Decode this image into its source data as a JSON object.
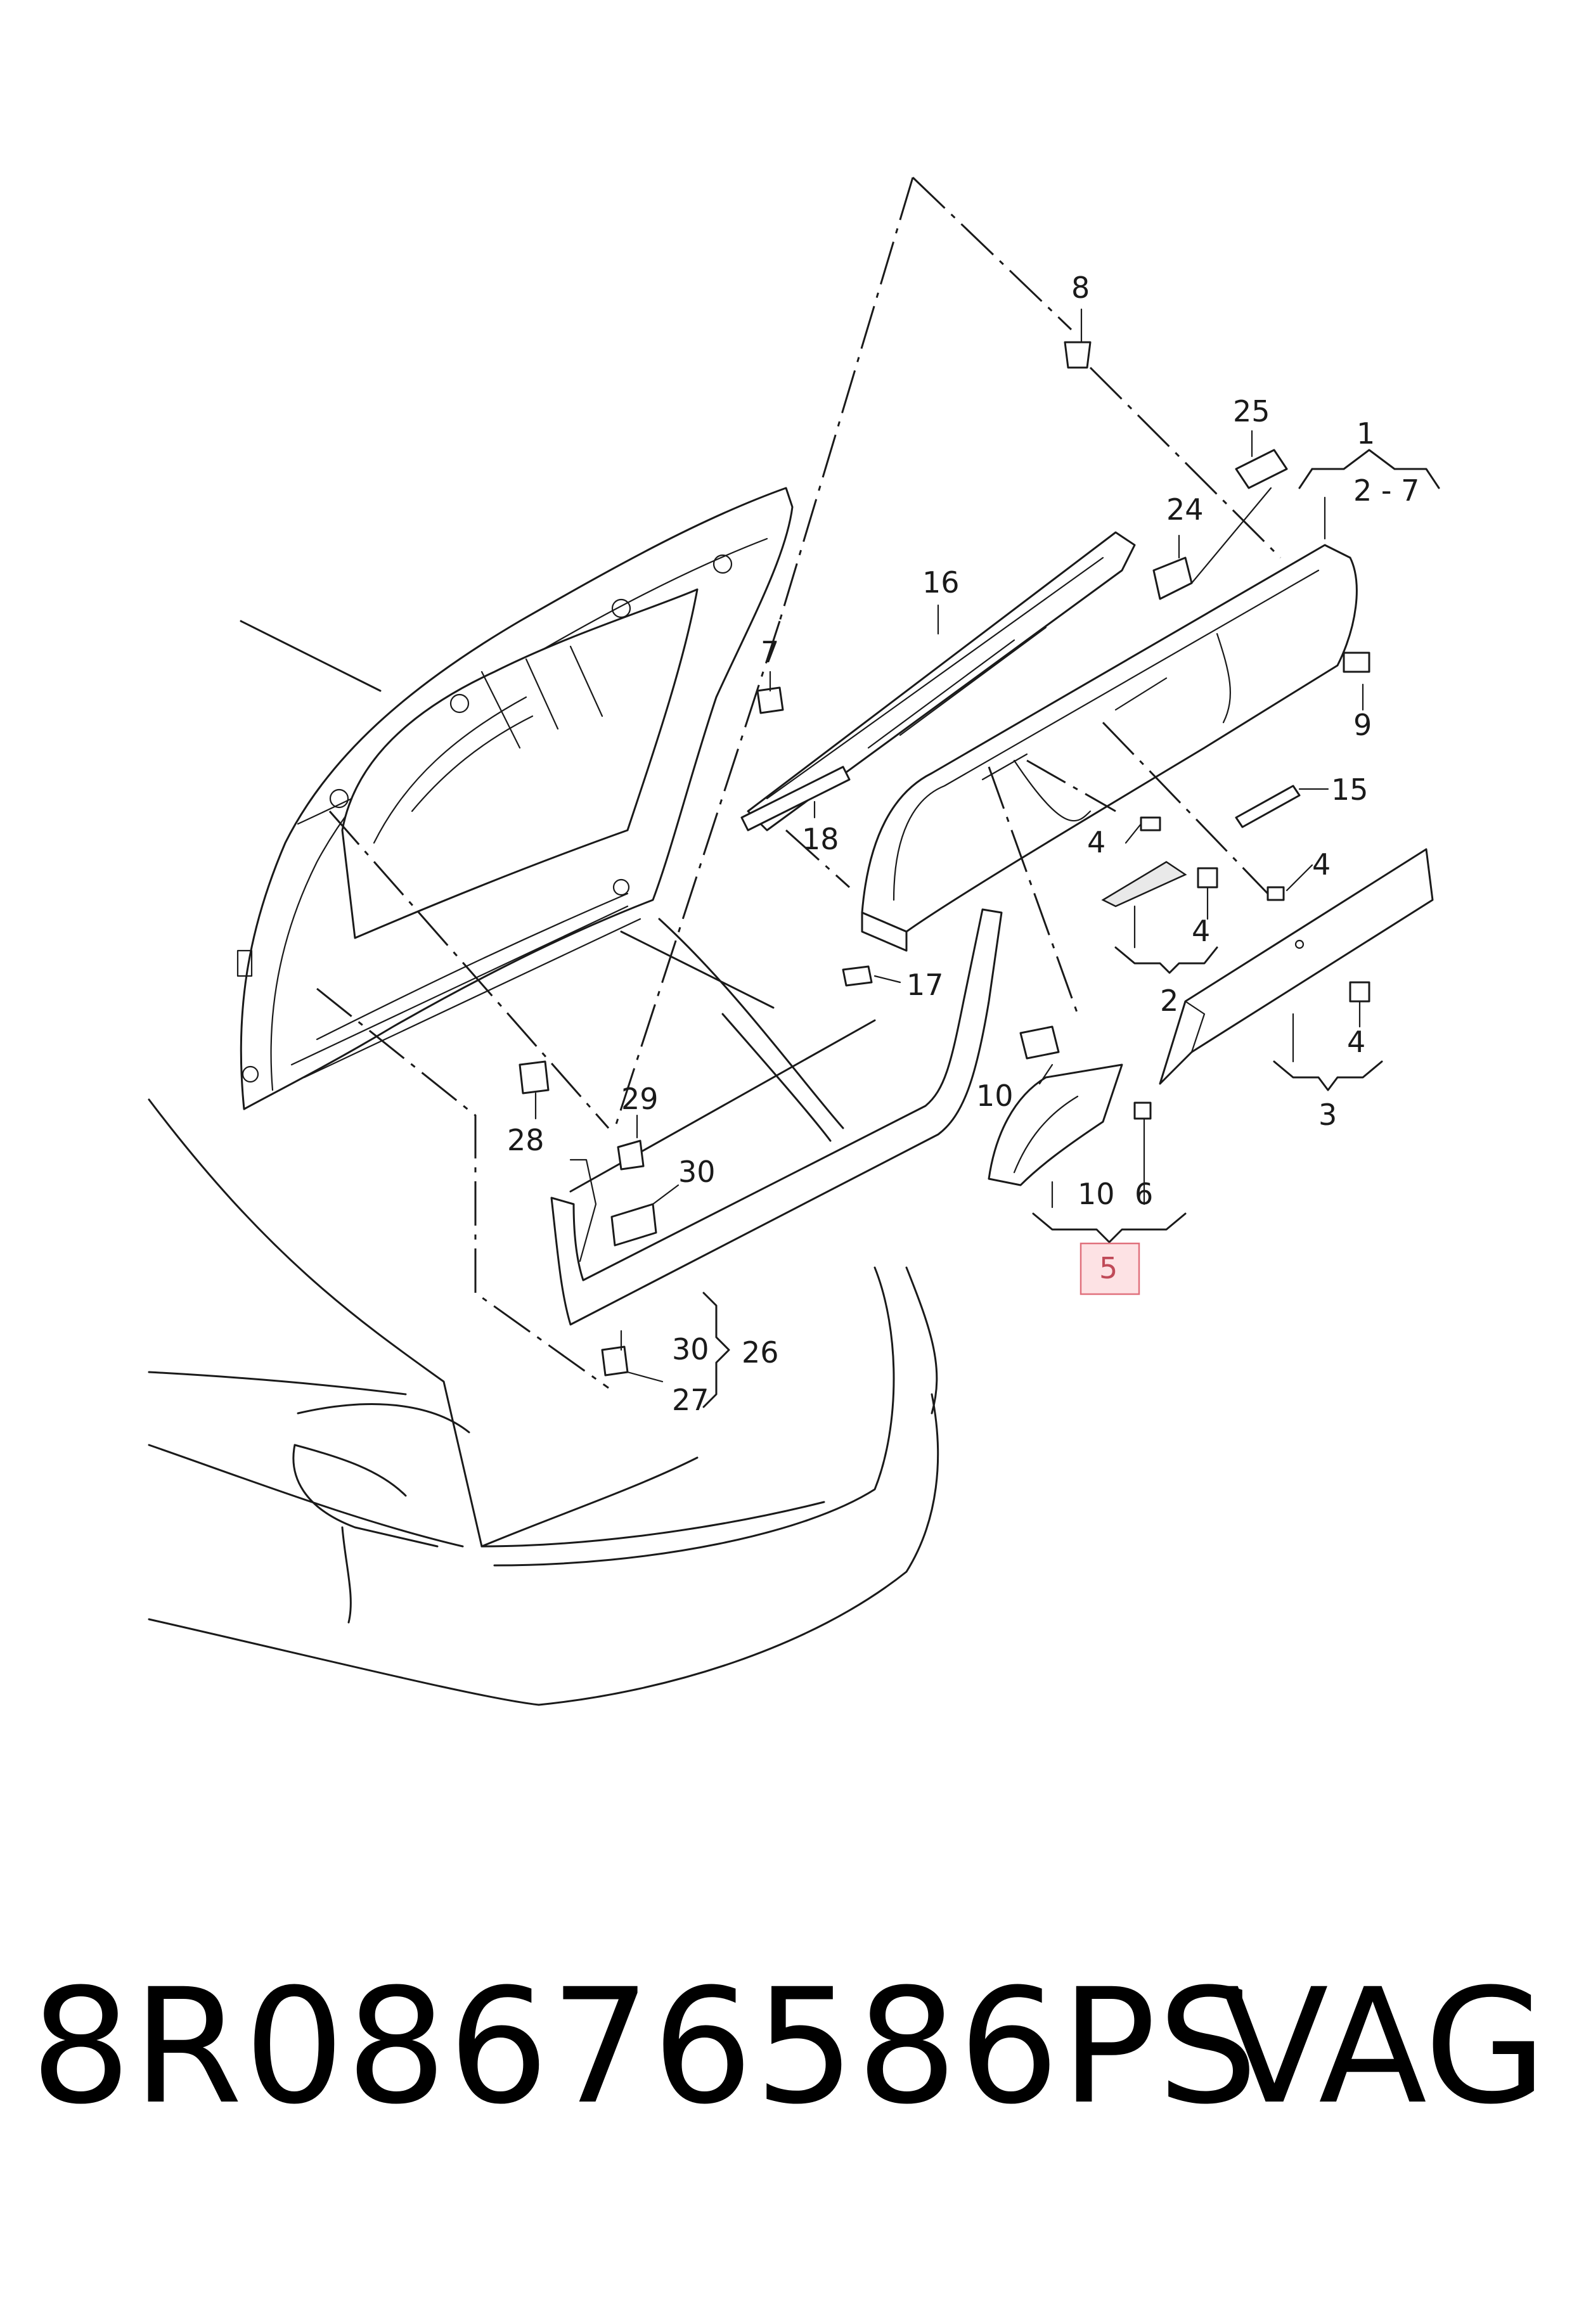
{
  "callouts": {
    "p1": "1",
    "p2_7": "2 - 7",
    "p25": "25",
    "p24": "24",
    "p8": "8",
    "p16": "16",
    "p7": "7",
    "p9": "9",
    "p15": "15",
    "p18": "18",
    "p4a": "4",
    "p4b": "4",
    "p4c": "4",
    "p4d": "4",
    "p2": "2",
    "p3": "3",
    "p17": "17",
    "p10a": "10",
    "p10b": "10",
    "p6": "6",
    "p5": "5",
    "p28": "28",
    "p29": "29",
    "p30a": "30",
    "p30b": "30",
    "p26": "26",
    "p27": "27"
  },
  "footer": {
    "part_number": "8R08676586PS",
    "brand": "VAG"
  },
  "colors": {
    "line": "#1a1a1a",
    "highlight_fill": "#fde2e4",
    "highlight_stroke": "#e0707c"
  }
}
